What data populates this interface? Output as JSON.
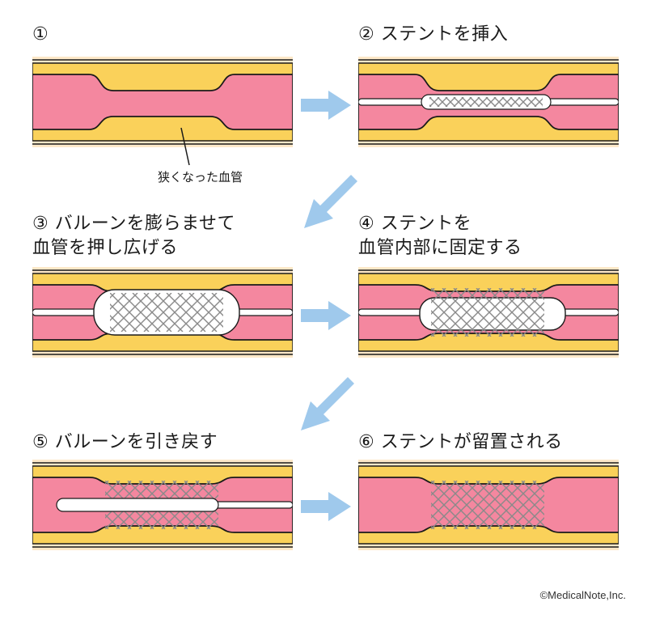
{
  "steps": [
    {
      "label": "①"
    },
    {
      "label": "② ステントを挿入"
    },
    {
      "label": "③ バルーンを膨らませて\n 血管を押し広げる"
    },
    {
      "label": "④ ステントを\n 血管内部に固定する"
    },
    {
      "label": "⑤ バルーンを引き戻す"
    },
    {
      "label": "⑥ ステントが留置される"
    }
  ],
  "annotation": "狭くなった血管",
  "copyright": "©MedicalNote,Inc.",
  "colors": {
    "vessel_wall": "#fde8c8",
    "plaque": "#fad15a",
    "lumen": "#f4879f",
    "stripe": "#fbe0c0",
    "arrow": "#9fc9ec",
    "stent": "#8a8a8a",
    "outline": "#1a1a1a"
  },
  "icons": [
    "stent-mesh-icon",
    "balloon-icon",
    "catheter-icon",
    "step-arrow-icon"
  ]
}
